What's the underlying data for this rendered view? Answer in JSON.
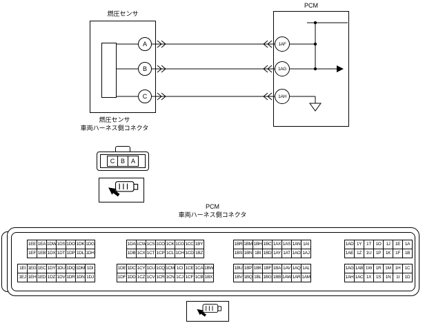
{
  "colors": {
    "line": "#000000",
    "background": "#ffffff"
  },
  "schematic": {
    "sensor_title": "燃圧センサ",
    "pcm_title": "PCM",
    "sensor_terminals": [
      "A",
      "B",
      "C"
    ],
    "pcm_terminals": [
      "1AF",
      "1AG",
      "1AH"
    ]
  },
  "sensor_connector": {
    "caption_line1": "燃圧センサ",
    "caption_line2": "車両ハーネス側コネクタ",
    "cells": [
      "C",
      "B",
      "A"
    ]
  },
  "pcm_connector": {
    "caption_line1": "PCM",
    "caption_line2": "車両ハーネス側コネクタ",
    "blocks": [
      {
        "rows": [
          [
            "1EE",
            "1EA",
            "1DW",
            "1DS",
            "1DO",
            "1DK",
            "1DG"
          ],
          [
            "1EF",
            "1EB",
            "1DX",
            "1DT",
            "1DP",
            "1DL",
            "1DH"
          ],
          [
            "1EI",
            "1EG",
            "1EC",
            "1DY",
            "1DU",
            "1DQ",
            "1DM",
            "1DI"
          ],
          [
            "1EJ",
            "1EH",
            "1ED",
            "1DZ",
            "1DV",
            "1DR",
            "1DN",
            "1DJ"
          ]
        ]
      },
      {
        "rows": [
          [
            "1DA",
            "1CW",
            "1CS",
            "1CO",
            "1CK",
            "1CG",
            "1CC",
            "1BY"
          ],
          [
            "1DB",
            "1CX",
            "1CT",
            "1CP",
            "1CL",
            "1CH",
            "1CD",
            "1BZ"
          ],
          [
            "1DE",
            "1DC",
            "1CY",
            "1CU",
            "1CQ",
            "1CM",
            "1CI",
            "1CE",
            "1CA",
            "1BW"
          ],
          [
            "1DF",
            "1DD",
            "1CZ",
            "1CV",
            "1CR",
            "1CN",
            "1CJ",
            "1CF",
            "1CB",
            "1BX"
          ]
        ]
      },
      {
        "rows": [
          [
            "1BR",
            "1BM",
            "1BH",
            "1BC",
            "1AX",
            "1AS",
            "1AN",
            "1AI"
          ],
          [
            "1BS",
            "1BN",
            "1BI",
            "1BD",
            "1AY",
            "1AT",
            "1AO",
            "1AJ"
          ],
          [
            "1BU",
            "1BP",
            "1BK",
            "1BF",
            "1BA",
            "1AV",
            "1AQ",
            "1AL"
          ],
          [
            "1BV",
            "1BQ",
            "1BL",
            "1BG",
            "1BB",
            "1AW",
            "1AR",
            "1AM"
          ]
        ]
      },
      {
        "rows": [
          [
            "1AD",
            "1Y",
            "1T",
            "1O",
            "1J",
            "1E",
            "1A"
          ],
          [
            "1AE",
            "1Z",
            "1U",
            "1P",
            "1K",
            "1F",
            "1B"
          ],
          [
            "1AG",
            "1AB",
            "1W",
            "1R",
            "1M",
            "1H",
            "1C"
          ],
          [
            "1AH",
            "1AC",
            "1X",
            "1S",
            "1N",
            "1I",
            "1D"
          ]
        ]
      }
    ]
  }
}
